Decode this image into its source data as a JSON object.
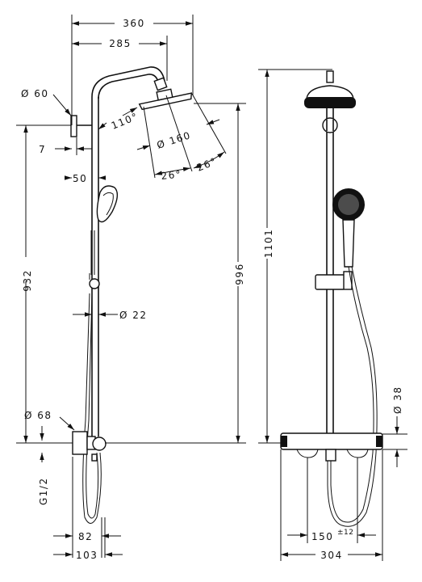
{
  "dimensions": {
    "width_360": "360",
    "width_285": "285",
    "diameter_60": "Ø 60",
    "angle_110": "110°",
    "diameter_160": "Ø 160",
    "angle_26_a": "26°",
    "angle_26_b": "26°",
    "offset_7": "7",
    "offset_50": "50",
    "height_932": "932",
    "height_996": "996",
    "height_1101": "1101",
    "diameter_22": "Ø 22",
    "diameter_68": "Ø 68",
    "thread_g12": "G1/2",
    "width_82": "82",
    "width_103": "103",
    "diameter_38": "Ø 38",
    "spacing_150": "150",
    "tolerance_12": "±12",
    "width_304": "304"
  }
}
